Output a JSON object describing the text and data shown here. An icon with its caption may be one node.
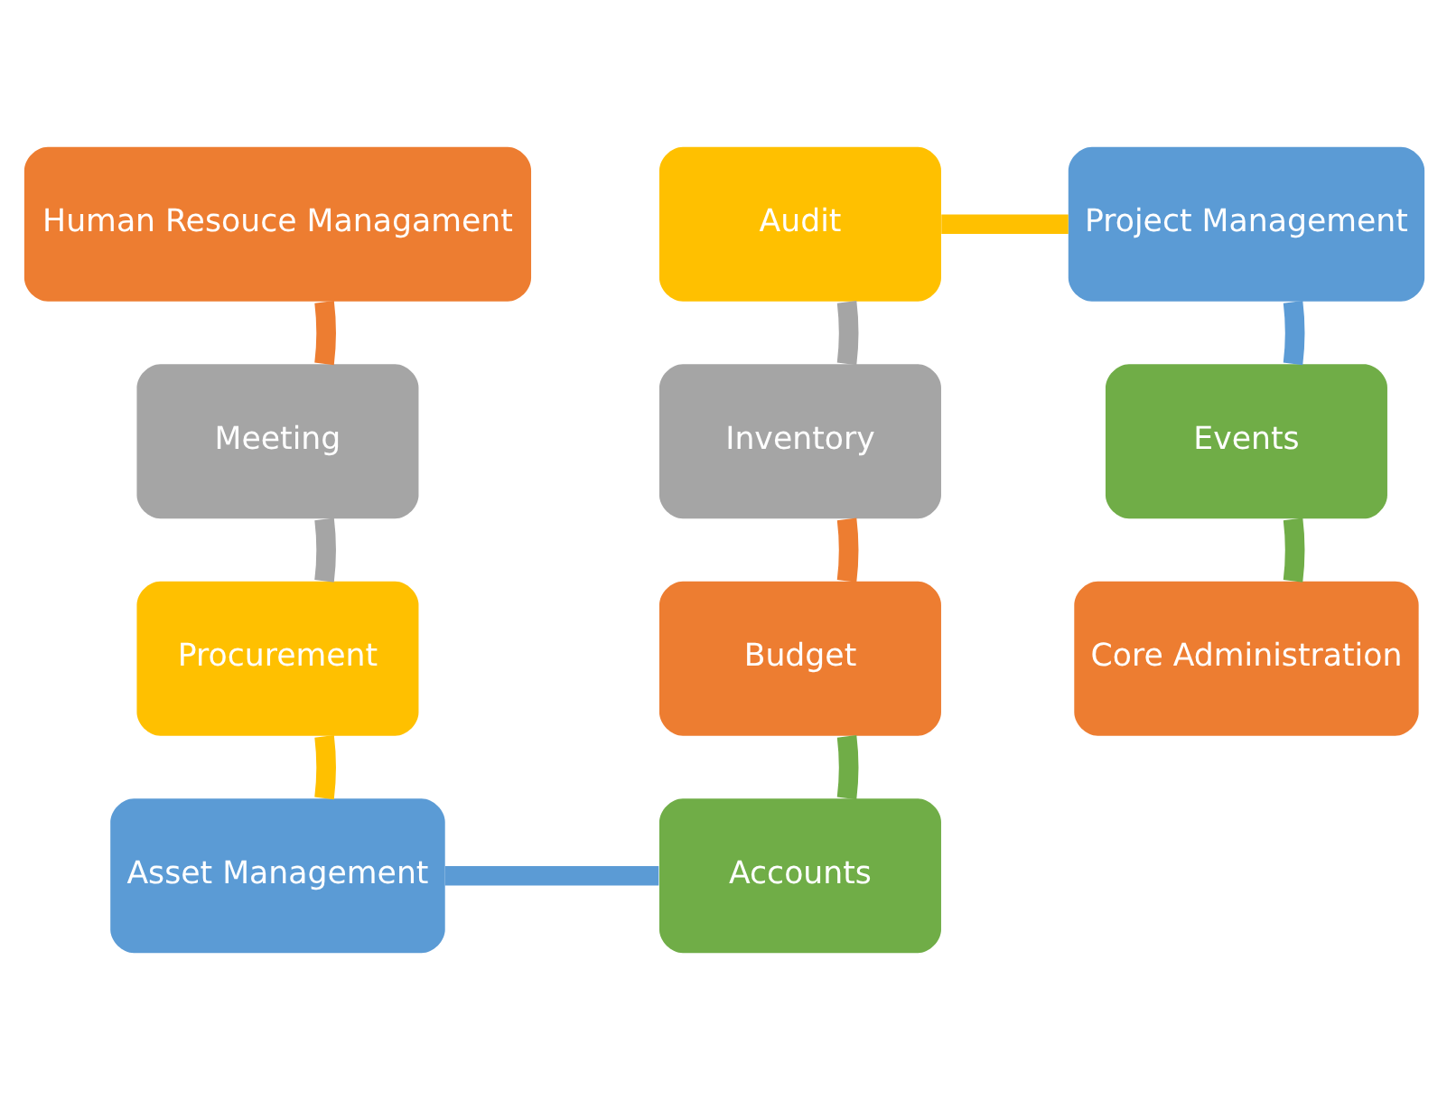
{
  "diagram": {
    "nodes": [
      {
        "text": [
          "Human Resouce Managament"
        ]
      },
      {
        "text": [
          "Meeting"
        ]
      },
      {
        "text": [
          "Procurement"
        ]
      },
      {
        "text": [
          "Asset Management"
        ]
      },
      {
        "text": [
          "Audit"
        ]
      },
      {
        "text": [
          "Inventory"
        ]
      },
      {
        "text": [
          "Budget"
        ]
      },
      {
        "text": [
          "Accounts"
        ]
      },
      {
        "text": [
          "Project Management"
        ]
      },
      {
        "text": [
          "Events"
        ]
      },
      {
        "text": [
          "Core Administration"
        ]
      }
    ],
    "edges": [
      {
        "from": 0,
        "to": 1,
        "arrow": "none",
        "color": "#ed7d31"
      },
      {
        "from": 1,
        "to": 2,
        "arrow": "none",
        "color": "#a5a5a5"
      },
      {
        "from": 2,
        "to": 3,
        "arrow": "none",
        "color": "#ffc000"
      },
      {
        "from": 3,
        "to": 7,
        "arrow": "none",
        "color": "#5b9bd5"
      },
      {
        "from": 7,
        "to": 6,
        "arrow": "none",
        "color": "#70ad47"
      },
      {
        "from": 6,
        "to": 5,
        "arrow": "none",
        "color": "#ed7d31"
      },
      {
        "from": 5,
        "to": 4,
        "arrow": "none",
        "color": "#a5a5a5"
      },
      {
        "from": 4,
        "to": 8,
        "arrow": "none",
        "color": "#ffc000"
      },
      {
        "from": 8,
        "to": 9,
        "arrow": "none",
        "color": "#5b9bd5"
      },
      {
        "from": 9,
        "to": 10,
        "arrow": "none",
        "color": "#70ad47"
      }
    ]
  }
}
